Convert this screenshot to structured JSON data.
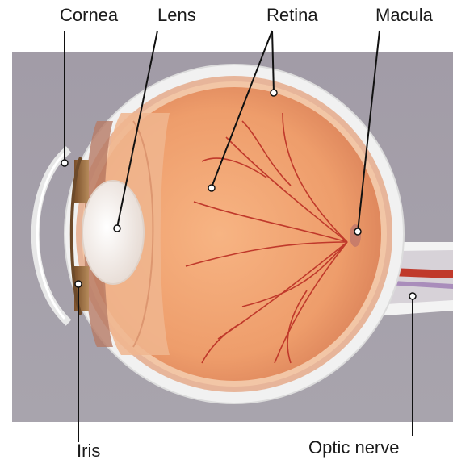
{
  "labels": {
    "cornea": "Cornea",
    "lens": "Lens",
    "retina": "Retina",
    "macula": "Macula",
    "iris": "Iris",
    "optic_nerve": "Optic nerve"
  },
  "colors": {
    "panel": "#9f9aa4",
    "sclera": "#eeeeee",
    "vitreous": "#f0a070",
    "vessel": "#c0392b",
    "iris": "#9b6a3a",
    "lens": "#f3ece6",
    "leader": "#111111"
  }
}
